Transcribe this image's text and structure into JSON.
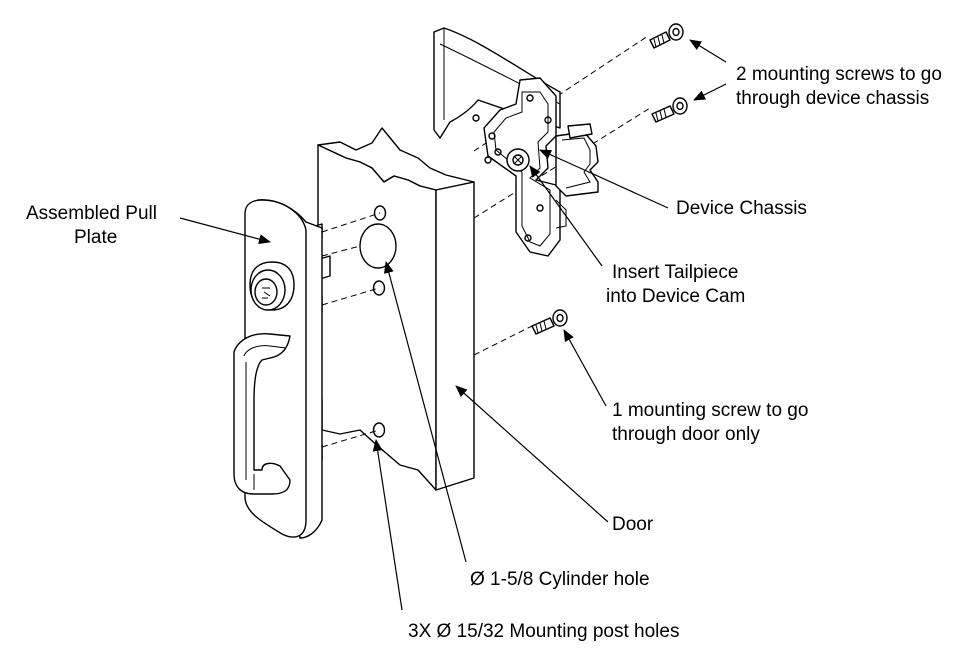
{
  "labels": {
    "mounting_screws_chassis_line1": "2 mounting screws to go",
    "mounting_screws_chassis_line2": "through device chassis",
    "device_chassis": "Device Chassis",
    "insert_tailpiece_line1": "Insert Tailpiece",
    "insert_tailpiece_line2": "into Device Cam",
    "assembled_pull_plate_line1": "Assembled Pull",
    "assembled_pull_plate_line2": "Plate",
    "mounting_screw_door_line1": "1 mounting screw to go",
    "mounting_screw_door_line2": "through door only",
    "door": "Door",
    "cylinder_hole": "Ø 1-5/8 Cylinder hole",
    "mounting_post_holes": "3X Ø 15/32 Mounting post holes"
  }
}
